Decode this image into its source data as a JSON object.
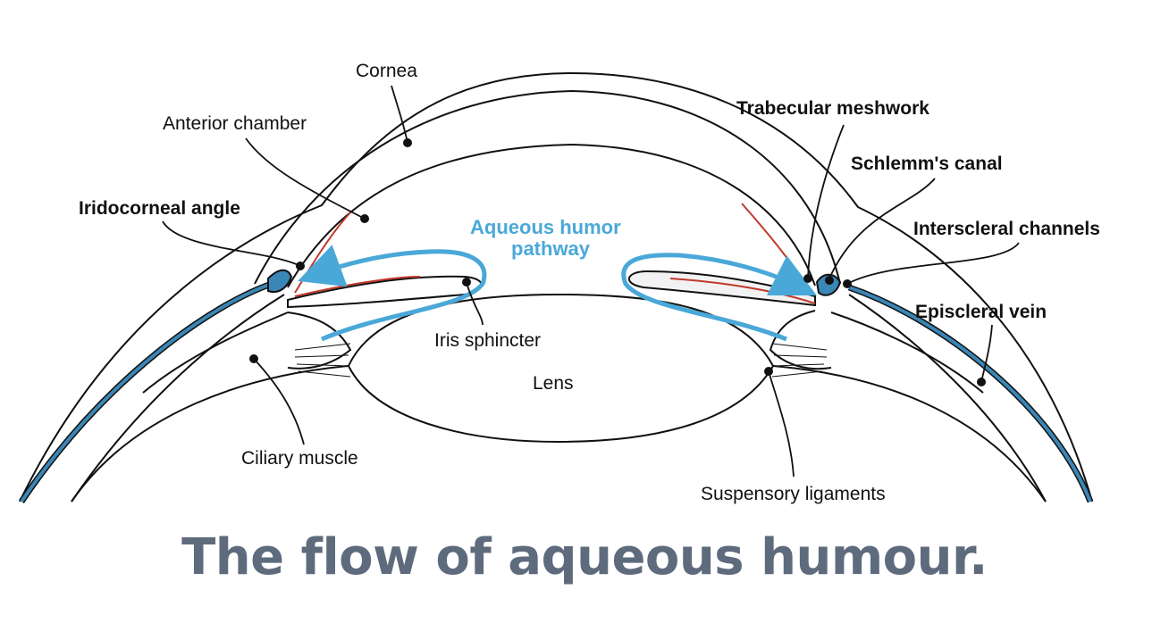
{
  "colors": {
    "accent_blue": "#4aa8d8",
    "vein_blue": "#3a86b6",
    "meshwork_red": "#c0392b",
    "caption": "#5e6b7d",
    "line": "#111111"
  },
  "labels": {
    "cornea": "Cornea",
    "anterior_chamber": "Anterior chamber",
    "iridocorneal_angle": "Iridocorneal angle",
    "iris_sphincter": "Iris sphincter",
    "lens": "Lens",
    "ciliary_muscle": "Ciliary muscle",
    "suspensory_ligaments": "Suspensory ligaments",
    "trabecular_meshwork": "Trabecular meshwork",
    "schlemms_canal": "Schlemm's canal",
    "interscleral_channels": "Interscleral channels",
    "episcleral_vein": "Episcleral vein",
    "pathway_line1": "Aqueous humor",
    "pathway_line2": "pathway"
  },
  "caption": "The flow of aqueous humour."
}
